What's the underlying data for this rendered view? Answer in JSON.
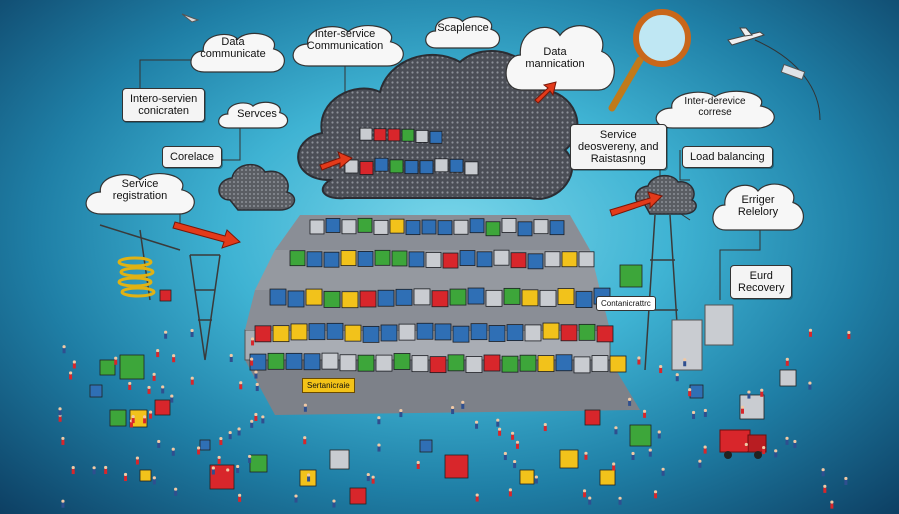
{
  "labels": {
    "data_communicate": "Data\ncommunicate",
    "inter_service_communication": "Inter-service\nCommunication",
    "scaplence": "Scaplence",
    "data_mannication": "Data\nmannication",
    "intero_servien": "Intero-servien\nconicraten",
    "services": "Servces",
    "corelace": "Corelace",
    "service_registration": "Service\nregistration",
    "inter_derevice": "Inter-derevice\ncorrese",
    "service_discovery": "Service\ndeosvereny, and\nRaistasnng",
    "load_balancing": "Load balancing",
    "erriger_relelory": "Erriger\nRelelory",
    "eurd_recovery": "Eurd\nRecovery",
    "yellow_tag": "Sertanicraie",
    "small_sign": "Contanicrattrc"
  },
  "colors": {
    "background_center": "#7ad6ea",
    "background_edge": "#0d3f63",
    "cloud": "#4a4d55",
    "arrow": "#e33a1a",
    "block_blue": "#2f6fb5",
    "block_red": "#d8262b",
    "block_yellow": "#f2c21b",
    "block_green": "#3da63a",
    "block_gray": "#c9ccd1"
  },
  "icons": [
    "magnifying-glass-icon",
    "airplane-icon",
    "truck-icon",
    "satellite-icon",
    "cloud-icon",
    "tower-crane-icon"
  ]
}
